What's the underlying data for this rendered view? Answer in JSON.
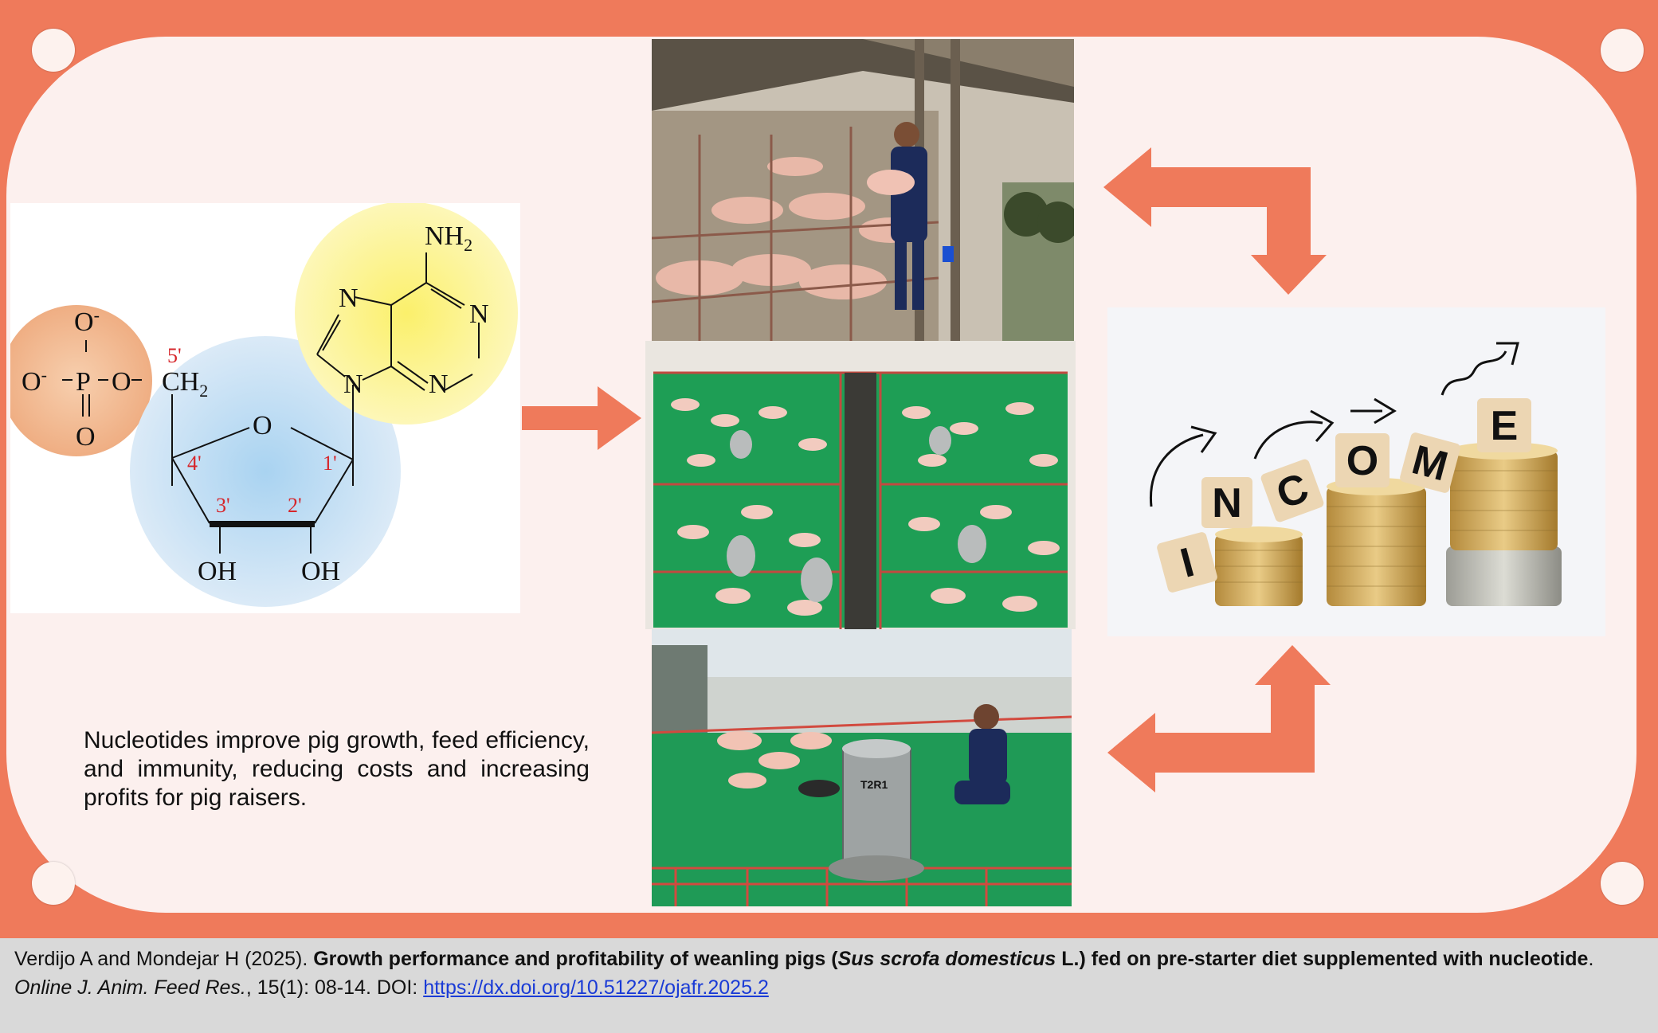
{
  "molecule": {
    "labels": {
      "nh2": "NH",
      "nh2_sub": "2",
      "n_ring_1": "N",
      "n_ring_2": "N",
      "n_ring_3": "N",
      "n_ring_4": "N",
      "o_minus_top": "O",
      "minus_sign": "-",
      "o_minus_left": "O",
      "p": "P",
      "o_bridge": "O",
      "ch2": "CH",
      "ch2_sub": "2",
      "o_double": "O",
      "o_ring": "O",
      "oh_left": "OH",
      "oh_right": "OH",
      "c5": "5'",
      "c4": "4'",
      "c3": "3'",
      "c2": "2'",
      "c1": "1'"
    }
  },
  "caption": "Nucleotides improve pig growth, feed efficiency, and immunity, reducing costs and increasing profits for pig raisers.",
  "photos": {
    "bin_label": "T2R1"
  },
  "income": {
    "letters": [
      "I",
      "N",
      "C",
      "O",
      "M",
      "E"
    ]
  },
  "citation": {
    "authors": "Verdijo A and Mondejar H (2025). ",
    "title_part1": "Growth performance and profitability of weanling pigs (",
    "species": "Sus scrofa domesticus",
    "title_part2": " L.) fed on pre-starter diet supplemented with nucleotide",
    "title_end": ".",
    "journal": "Online J. Anim. Feed Res.",
    "issue": ", 15(1): 08-14. DOI: ",
    "doi_url": "https://dx.doi.org/10.51227/ojafr.2025.2"
  },
  "colors": {
    "frame": "#ef7a5b",
    "panel": "#fcf0ee",
    "arrow": "#ef7a5b",
    "carbon_number": "#d6262b",
    "phosphate_circle": "#f2b98f",
    "ribose_circle": "#bcdcf3",
    "base_circle": "#fdf497"
  }
}
